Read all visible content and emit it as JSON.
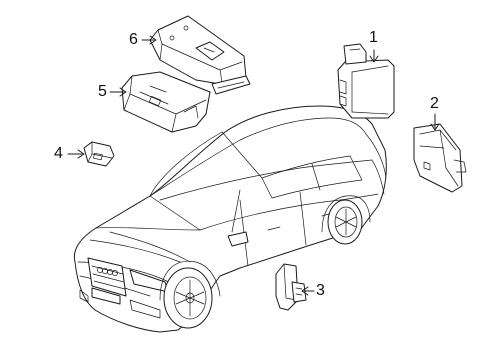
{
  "diagram": {
    "callouts": [
      {
        "id": "callout-1",
        "label": "1"
      },
      {
        "id": "callout-2",
        "label": "2"
      },
      {
        "id": "callout-3",
        "label": "3"
      },
      {
        "id": "callout-4",
        "label": "4"
      },
      {
        "id": "callout-5",
        "label": "5"
      },
      {
        "id": "callout-6",
        "label": "6"
      }
    ],
    "colors": {
      "line": "#1a1a1a",
      "background": "#ffffff"
    }
  }
}
